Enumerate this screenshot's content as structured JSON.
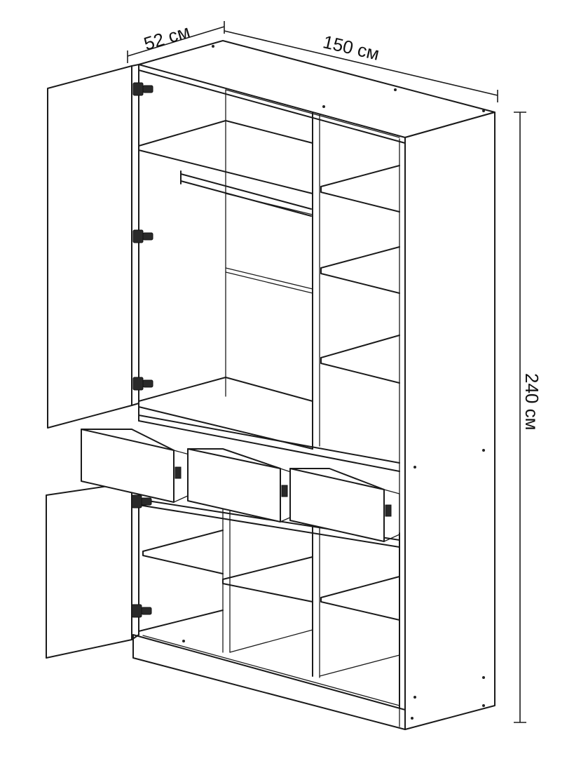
{
  "dimensions": {
    "depth_label": "52 см",
    "width_label": "150 см",
    "height_label": "240 см"
  },
  "colors": {
    "line": "#1a1a1a",
    "background": "#ffffff"
  },
  "icons": {
    "hinge": "hinge-icon"
  }
}
